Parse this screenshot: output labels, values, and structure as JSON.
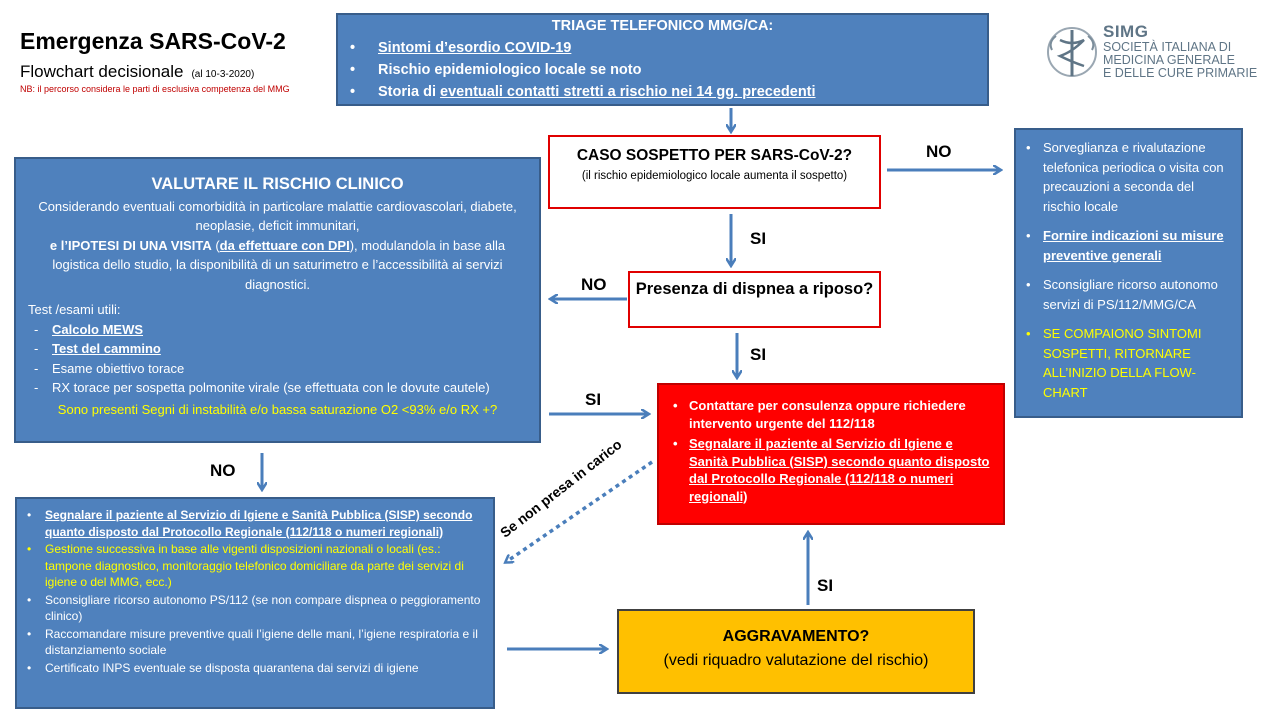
{
  "header": {
    "title": "Emergenza SARS-CoV-2",
    "subtitle": "Flowchart decisionale",
    "date": "(al 10-3-2020)",
    "note": "NB: il percorso considera le parti di esclusiva competenza del MMG"
  },
  "logo": {
    "name": "SIMG",
    "line1": "SOCIETÀ ITALIANA DI",
    "line2": "MEDICINA GENERALE",
    "line3": "E DELLE CURE PRIMARIE"
  },
  "triage": {
    "title": "TRIAGE TELEFONICO MMG/CA:",
    "item1": "Sintomi d’esordio COVID-19",
    "item2": "Rischio epidemiologico  locale se noto",
    "item3_pre": "Storia di ",
    "item3_u": "eventuali contatti stretti a rischio nei 14 gg. precedenti"
  },
  "caso": {
    "title": "CASO SOSPETTO  PER SARS-CoV-2?",
    "sub": "(il rischio epidemiologico locale aumenta il sospetto)"
  },
  "right_box": {
    "item1": "Sorveglianza e rivalutazione telefonica periodica  o visita con precauzioni  a seconda del rischio locale",
    "item2": "Fornire indicazioni su misure preventive generali",
    "item3": "Sconsigliare ricorso autonomo  servizi di PS/112/MMG/CA",
    "item4": "SE COMPAIONO SINTOMI SOSPETTI, RITORNARE ALL’INIZIO DELLA FLOW-CHART"
  },
  "clinical": {
    "title": "VALUTARE IL RISCHIO CLINICO",
    "para1": "Considerando eventuali comorbidità  in particolare  malattie cardiovascolari, diabete, neoplasie, deficit immunitari,",
    "para2_b": "e l’IPOTESI DI UNA VISITA",
    "para2_open": " (",
    "para2_u": "da  effettuare con DPI",
    "para2_close": "),",
    "para2_rest": "  modulandola in base alla logistica dello studio, la disponibilità di un saturimetro  e l’accessibilità ai servizi diagnostici.",
    "tests_title": "Test /esami utili:",
    "test1": "Calcolo MEWS",
    "test2": "Test del cammino",
    "test3": "Esame obiettivo torace",
    "test4": "RX torace per sospetta polmonite virale (se effettuata con le dovute cautele)",
    "question": "Sono presenti Segni di instabilità e/o bassa saturazione O2 <93% e/o RX +?"
  },
  "dispnea": {
    "title": "Presenza di dispnea a riposo?"
  },
  "urgent": {
    "item1": "Contattare per consulenza oppure richiedere intervento  urgente  del 112/118",
    "item2": "Segnalare il paziente al Servizio di Igiene e Sanità Pubblica (SISP) secondo quanto disposto dal Protocollo Regionale (112/118 o numeri regionali)"
  },
  "bottom_left": {
    "item1": "Segnalare il paziente al Servizio di Igiene e Sanità Pubblica (SISP) secondo quanto disposto dal Protocollo Regionale (112/118  o numeri regionali)",
    "item2": "Gestione successiva in base alle vigenti disposizioni nazionali o locali (es.: tampone diagnostico,  monitoraggio telefonico domiciliare da parte dei servizi di igiene o del MMG, ecc.)",
    "item3": "Sconsigliare ricorso autonomo PS/112 (se non compare dispnea  o peggioramento clinico)",
    "item4": "Raccomandare misure preventive quali l’igiene delle mani, l’igiene respiratoria e il distanziamento sociale",
    "item5": "Certificato INPS eventuale se disposta quarantena dai servizi di igiene"
  },
  "aggravamento": {
    "title": "AGGRAVAMENTO?",
    "sub": "(vedi riquadro valutazione del rischio)"
  },
  "labels": {
    "no1": "NO",
    "si1": "SI",
    "no2": "NO",
    "si2": "SI",
    "si3": "SI",
    "no3": "NO",
    "si4": "SI",
    "diag": "Se non presa in carico"
  },
  "colors": {
    "box_blue": "#4f81bd",
    "arrow_blue": "#4a7ebb",
    "red_border": "#e00000",
    "red_fill": "#ff0000",
    "yellow_text": "#ffff00",
    "amber_fill": "#ffc000"
  }
}
